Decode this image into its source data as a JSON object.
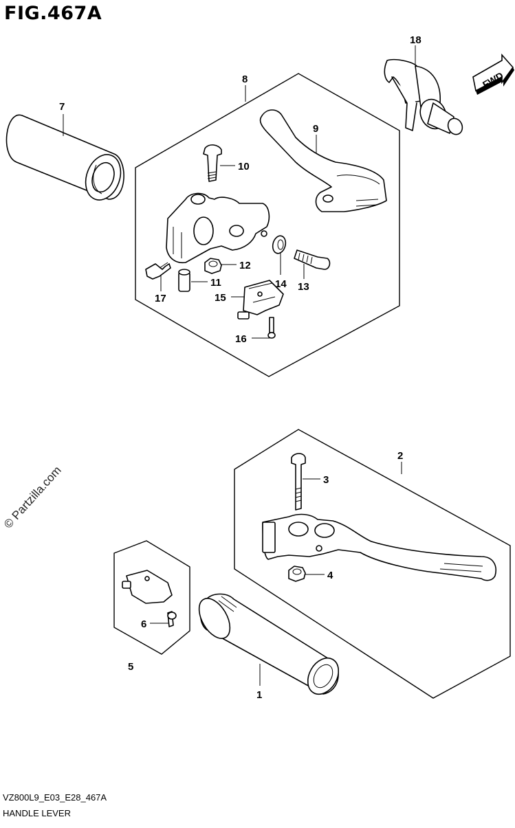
{
  "header": {
    "figure_title": "FIG.467A"
  },
  "footer": {
    "diagram_code": "VZ800L9_E03_E28_467A",
    "section_name": "HANDLE LEVER"
  },
  "watermark": {
    "text": "© Partzilla.com"
  },
  "badge": {
    "fwd_label": "FWD",
    "icon": "fwd-arrow-icon"
  },
  "callouts": {
    "c1": "1",
    "c2": "2",
    "c3": "3",
    "c4": "4",
    "c5": "5",
    "c6": "6",
    "c7": "7",
    "c8": "8",
    "c9": "9",
    "c10": "10",
    "c11": "11",
    "c12": "12",
    "c13": "13",
    "c14": "14",
    "c15": "15",
    "c16": "16",
    "c17": "17",
    "c18": "18"
  }
}
